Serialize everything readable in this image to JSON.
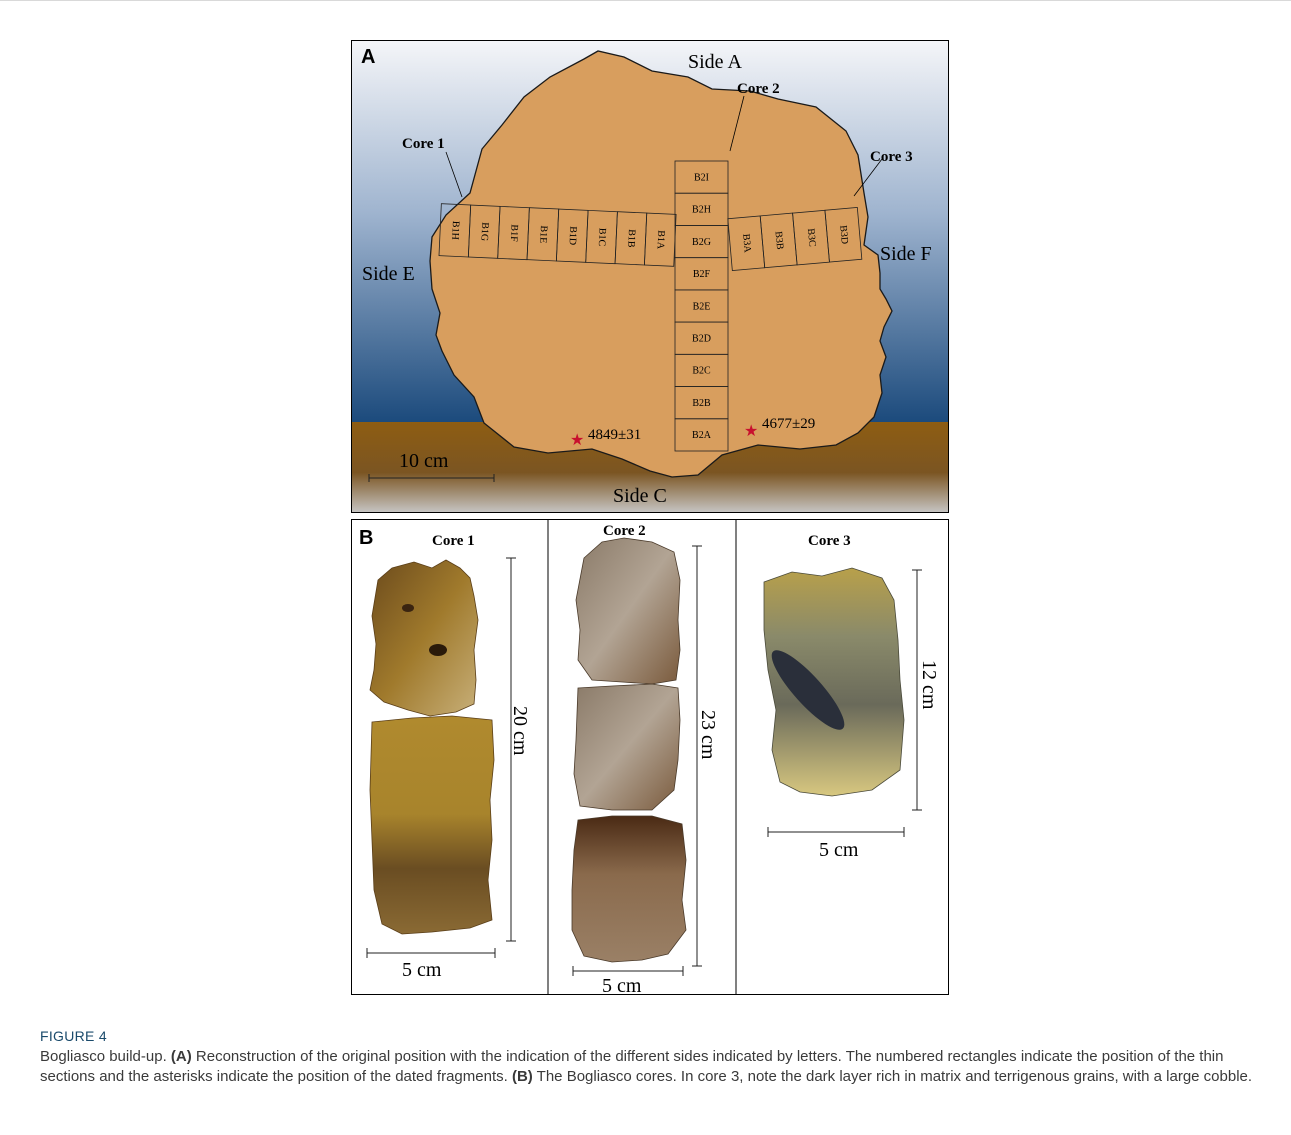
{
  "panel_a": {
    "label": "A",
    "sides": {
      "a": "Side A",
      "c": "Side C",
      "e": "Side E",
      "f": "Side F"
    },
    "cores": {
      "core1": "Core 1",
      "core2": "Core 2",
      "core3": "Core 3"
    },
    "core1_sections": [
      "B1H",
      "B1G",
      "B1F",
      "B1E",
      "B1D",
      "B1C",
      "B1B",
      "B1A"
    ],
    "core2_sections": [
      "B2I",
      "B2H",
      "B2G",
      "B2F",
      "B2E",
      "B2D",
      "B2C",
      "B2B",
      "B2A"
    ],
    "core3_sections": [
      "B3A",
      "B3B",
      "B3C",
      "B3D"
    ],
    "dates": {
      "left": "4849±31",
      "right": "4677±29"
    },
    "scale": "10 cm"
  },
  "panel_b": {
    "label": "B",
    "core1": {
      "title": "Core 1",
      "length": "20 cm",
      "width": "5 cm"
    },
    "core2": {
      "title": "Core 2",
      "length": "23 cm",
      "width": "5 cm"
    },
    "core3": {
      "title": "Core 3",
      "length": "12 cm",
      "width": "5 cm"
    }
  },
  "caption": {
    "title": "FIGURE 4",
    "intro": "Bogliasco build-up. ",
    "a_label": "(A)",
    "a_text": " Reconstruction of the original position with the indication of the different sides indicated by letters. The numbered rectangles indicate the position of the thin sections and the asterisks indicate the position of the dated fragments. ",
    "b_label": "(B)",
    "b_text": " The Bogliasco cores. In core 3, note the dark layer rich in matrix and terrigenous grains, with a large cobble."
  },
  "colors": {
    "sky_top": "#f4f5f8",
    "sky_bottom": "#1b4a7c",
    "sediment": "#8a5a14",
    "rock": "#d89e5e",
    "star": "#c8102e"
  }
}
